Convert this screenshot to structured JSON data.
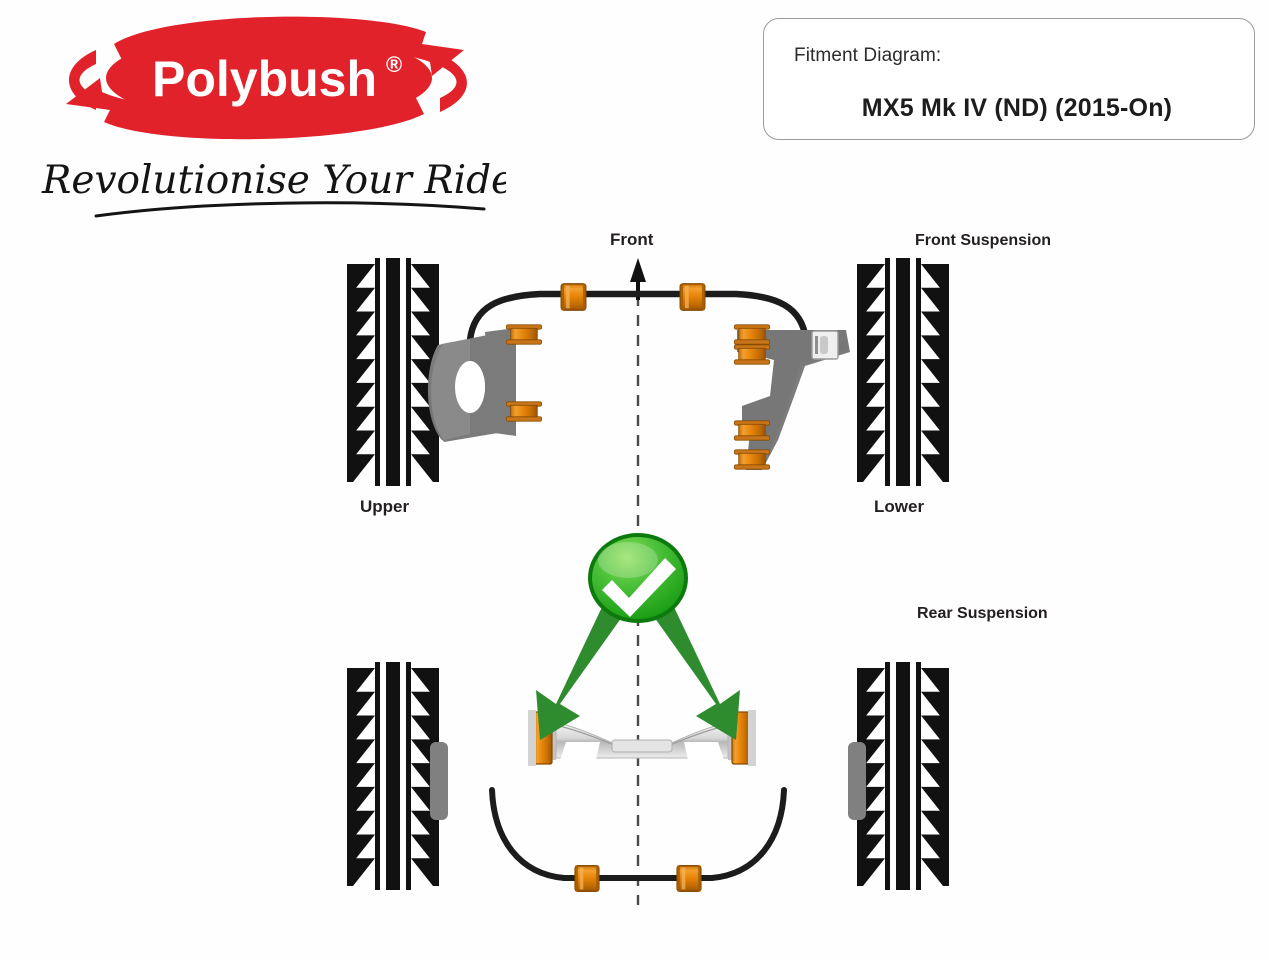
{
  "brand": {
    "name": "Polybush",
    "registered_mark": "®",
    "tagline": "Revolutionise Your Ride",
    "logo_color": "#e2222b",
    "logo_text_color": "#ffffff"
  },
  "title_box": {
    "label": "Fitment Diagram:",
    "vehicle": "MX5 Mk IV (ND) (2015-On)",
    "border_color": "#9b9b9b"
  },
  "diagram": {
    "orientation_label": "Front",
    "sections": [
      {
        "id": "front",
        "label": "Front Suspension"
      },
      {
        "id": "rear",
        "label": "Rear Suspension"
      }
    ],
    "arm_labels": [
      {
        "id": "upper",
        "label": "Upper"
      },
      {
        "id": "lower",
        "label": "Lower"
      }
    ],
    "highlight": {
      "icon": "green-check-icon",
      "status_color": "#3cb034",
      "arrow_color": "#2e8b2e",
      "arrow_count": 2,
      "points_to": "rear subframe bushings"
    },
    "colors": {
      "bush": "#e8890c",
      "bush_dark": "#a85c06",
      "arm": "#7a7a7a",
      "arm_dark": "#5f5f5f",
      "tyre": "#111111",
      "centreline": "#444444",
      "caliper": "#808080",
      "subframe": "#d8d8d8"
    },
    "components": [
      {
        "id": "front-arb",
        "name": "front anti-roll bar",
        "bush_count": 2
      },
      {
        "id": "front-upper-arm",
        "name": "front upper wishbone",
        "bush_count": 2
      },
      {
        "id": "front-lower-arm",
        "name": "front lower control arm",
        "bush_count": 4
      },
      {
        "id": "rear-subframe",
        "name": "rear subframe",
        "bush_count": 2
      },
      {
        "id": "rear-arb",
        "name": "rear anti-roll bar",
        "bush_count": 2
      }
    ]
  }
}
